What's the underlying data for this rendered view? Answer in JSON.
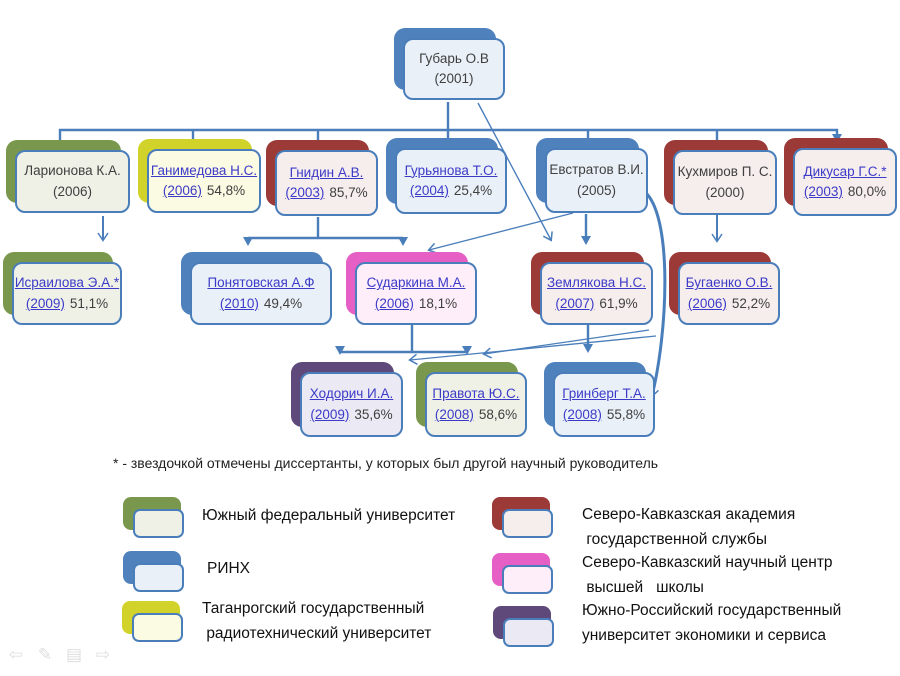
{
  "nodes": [
    {
      "name": "Губарь О.В",
      "year": "(2001)",
      "pct": "",
      "color": "#4f81bd"
    },
    {
      "name": "Ларионова К.А.",
      "year": "(2006)",
      "pct": "",
      "color": "#79984d"
    },
    {
      "name": "Ганимедова Н.С.",
      "year": "(2006)",
      "pct": "54,8%",
      "color": "#d2d32a"
    },
    {
      "name": "Гнидин А.В.",
      "year": "(2003)",
      "pct": "85,7%",
      "color": "#9c3a38"
    },
    {
      "name": "Гурьянова Т.О.",
      "year": "(2004)",
      "pct": "25,4%",
      "color": "#4f81bd"
    },
    {
      "name": "Евстратов В.И.",
      "year": "(2005)",
      "pct": "",
      "color": "#4f81bd"
    },
    {
      "name": "Кухмиров П. С.",
      "year": "(2000)",
      "pct": "",
      "color": "#9c3a38"
    },
    {
      "name": "Дикусар Г.С.*",
      "year": "(2003)",
      "pct": "80,0%",
      "color": "#9c3a38"
    },
    {
      "name": "Исраилова Э.А.*",
      "year": "(2009)",
      "pct": "51,1%",
      "color": "#79984d"
    },
    {
      "name": "Понятовская А.Ф",
      "year": "(2010)",
      "pct": "49,4%",
      "color": "#4f81bd"
    },
    {
      "name": "Сударкина М.А.",
      "year": "(2006)",
      "pct": "18,1%",
      "color": "#e55fc4"
    },
    {
      "name": "Землякова Н.С.",
      "year": "(2007)",
      "pct": "61,9%",
      "color": "#9c3a38"
    },
    {
      "name": "Бугаенко О.В.",
      "year": "(2006)",
      "pct": "52,2%",
      "color": "#9c3a38"
    },
    {
      "name": "Ходорич И.А.",
      "year": "(2009)",
      "pct": "35,6%",
      "color": "#5f497a"
    },
    {
      "name": "Правота Ю.С.",
      "year": "(2008)",
      "pct": "58,6%",
      "color": "#79984d"
    },
    {
      "name": "Гринберг Т.А.",
      "year": "(2008)",
      "pct": "55,8%",
      "color": "#4f81bd"
    }
  ],
  "note": "* - звездочкой отмечены диссертанты, у которых был другой научный руководитель",
  "legend": [
    {
      "line1": "Южный федеральный университет",
      "line2": "",
      "color": "#79984d"
    },
    {
      "line1": "РИНХ",
      "line2": "",
      "color": "#4f81bd"
    },
    {
      "line1": "Таганрогский государственный",
      "line2": " радиотехнический университет",
      "color": "#d2d32a"
    },
    {
      "line1": "Северо-Кавказская академия",
      "line2": " государственной службы",
      "color": "#9c3a38"
    },
    {
      "line1": "Северо-Кавказский научный центр",
      "line2": " высшей   школы",
      "color": "#e55fc4"
    },
    {
      "line1": "Южно-Российский государственный",
      "line2": "университет экономики и сервиса",
      "color": "#5f497a"
    }
  ],
  "controls": {
    "items": [
      {
        "name": "previous-slide",
        "glyph": "⇦"
      },
      {
        "name": "pen-tool",
        "glyph": "✎"
      },
      {
        "name": "slide-menu",
        "glyph": "▤"
      },
      {
        "name": "next-slide",
        "glyph": "⇨"
      }
    ]
  }
}
